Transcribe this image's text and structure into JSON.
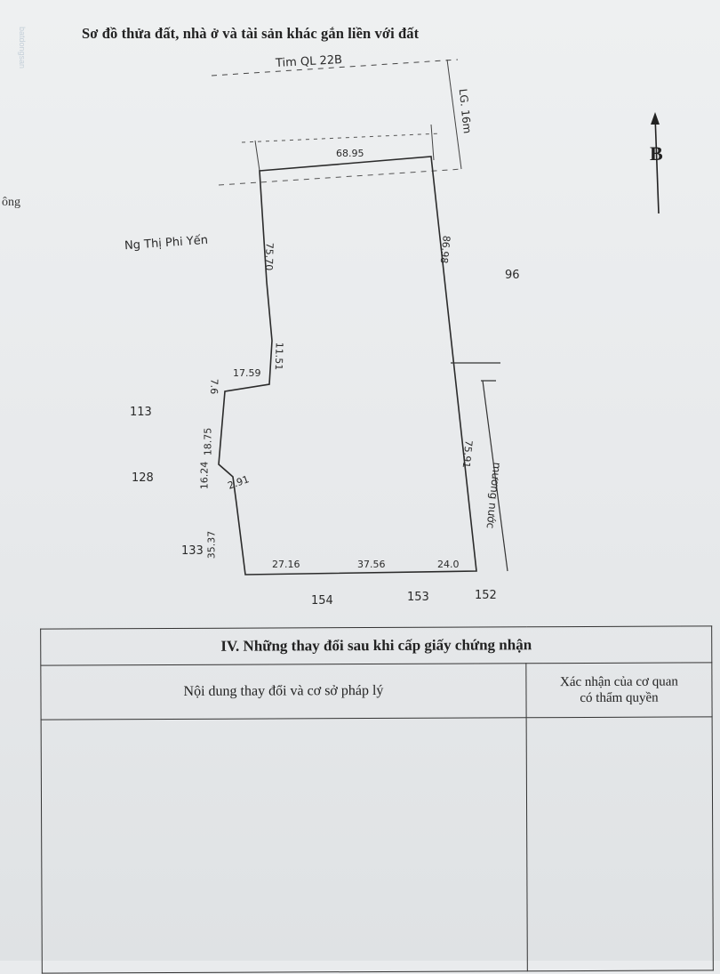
{
  "heading": "Sơ đồ thửa đất, nhà ở và tài sản khác gắn liền với đất",
  "margin_fragment": "ông",
  "compass": {
    "north_label": "B"
  },
  "plot": {
    "top_road": "Tim QL 22B",
    "road_clearance": "LG. 16m",
    "neighbor_name": "Ng Thị Phi Yến",
    "canal": "mương nước",
    "edges": {
      "top": "68.95",
      "left_upper": "75.70",
      "left_step_v": "11.51",
      "step_h": "17.59",
      "left_lower_a": "18.75",
      "left_lower_b": "16.24",
      "step_a": "7.6",
      "step_b": "2.91",
      "left_bottom": "35.37",
      "bottom_1": "27.16",
      "bottom_2": "37.56",
      "bottom_3": "24.0",
      "right_upper": "86.98",
      "right_lower": "75.91"
    },
    "adjacent_parcels": {
      "east": "96",
      "west_1": "113",
      "west_2": "128",
      "west_3": "133",
      "south_1": "154",
      "south_2": "153",
      "south_3": "152"
    }
  },
  "section_iv": {
    "title": "IV. Những thay đổi sau khi cấp giấy chứng nhận",
    "col_content": "Nội dung thay đổi và cơ sở pháp lý",
    "col_confirm_line1": "Xác nhận của cơ quan",
    "col_confirm_line2": "có thẩm quyền"
  }
}
